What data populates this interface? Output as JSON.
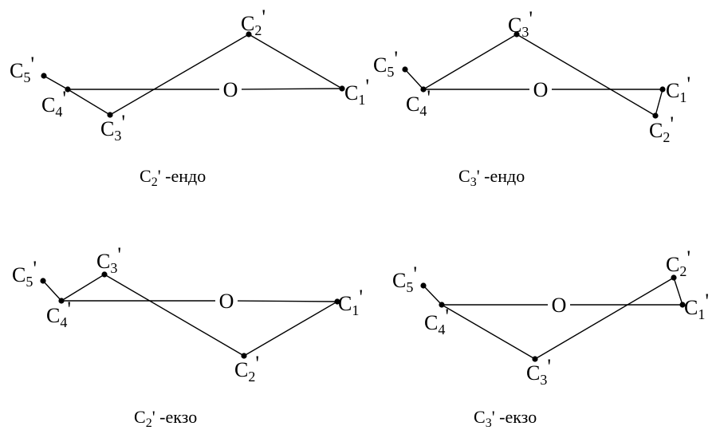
{
  "prime": "'",
  "atom_letter": "C",
  "oxygen": "O",
  "panels": [
    {
      "id": "c2-endo",
      "caption": {
        "atom": "C",
        "sub": "2",
        "suffix": "' -ендо"
      },
      "atoms": {
        "c1": {
          "sub": "1"
        },
        "c2": {
          "sub": "2"
        },
        "c3": {
          "sub": "3"
        },
        "c4": {
          "sub": "4"
        },
        "c5": {
          "sub": "5"
        }
      }
    },
    {
      "id": "c3-endo",
      "caption": {
        "atom": "C",
        "sub": "3",
        "suffix": "' -ендо"
      },
      "atoms": {
        "c1": {
          "sub": "1"
        },
        "c2": {
          "sub": "2"
        },
        "c3": {
          "sub": "3"
        },
        "c4": {
          "sub": "4"
        },
        "c5": {
          "sub": "5"
        }
      }
    },
    {
      "id": "c2-exo",
      "caption": {
        "atom": "C",
        "sub": "2",
        "suffix": "' -екзо"
      },
      "atoms": {
        "c1": {
          "sub": "1"
        },
        "c2": {
          "sub": "2"
        },
        "c3": {
          "sub": "3"
        },
        "c4": {
          "sub": "4"
        },
        "c5": {
          "sub": "5"
        }
      }
    },
    {
      "id": "c3-exo",
      "caption": {
        "atom": "C",
        "sub": "3",
        "suffix": "' -екзо"
      },
      "atoms": {
        "c1": {
          "sub": "1"
        },
        "c2": {
          "sub": "2"
        },
        "c3": {
          "sub": "3"
        },
        "c4": {
          "sub": "4"
        },
        "c5": {
          "sub": "5"
        }
      }
    }
  ]
}
